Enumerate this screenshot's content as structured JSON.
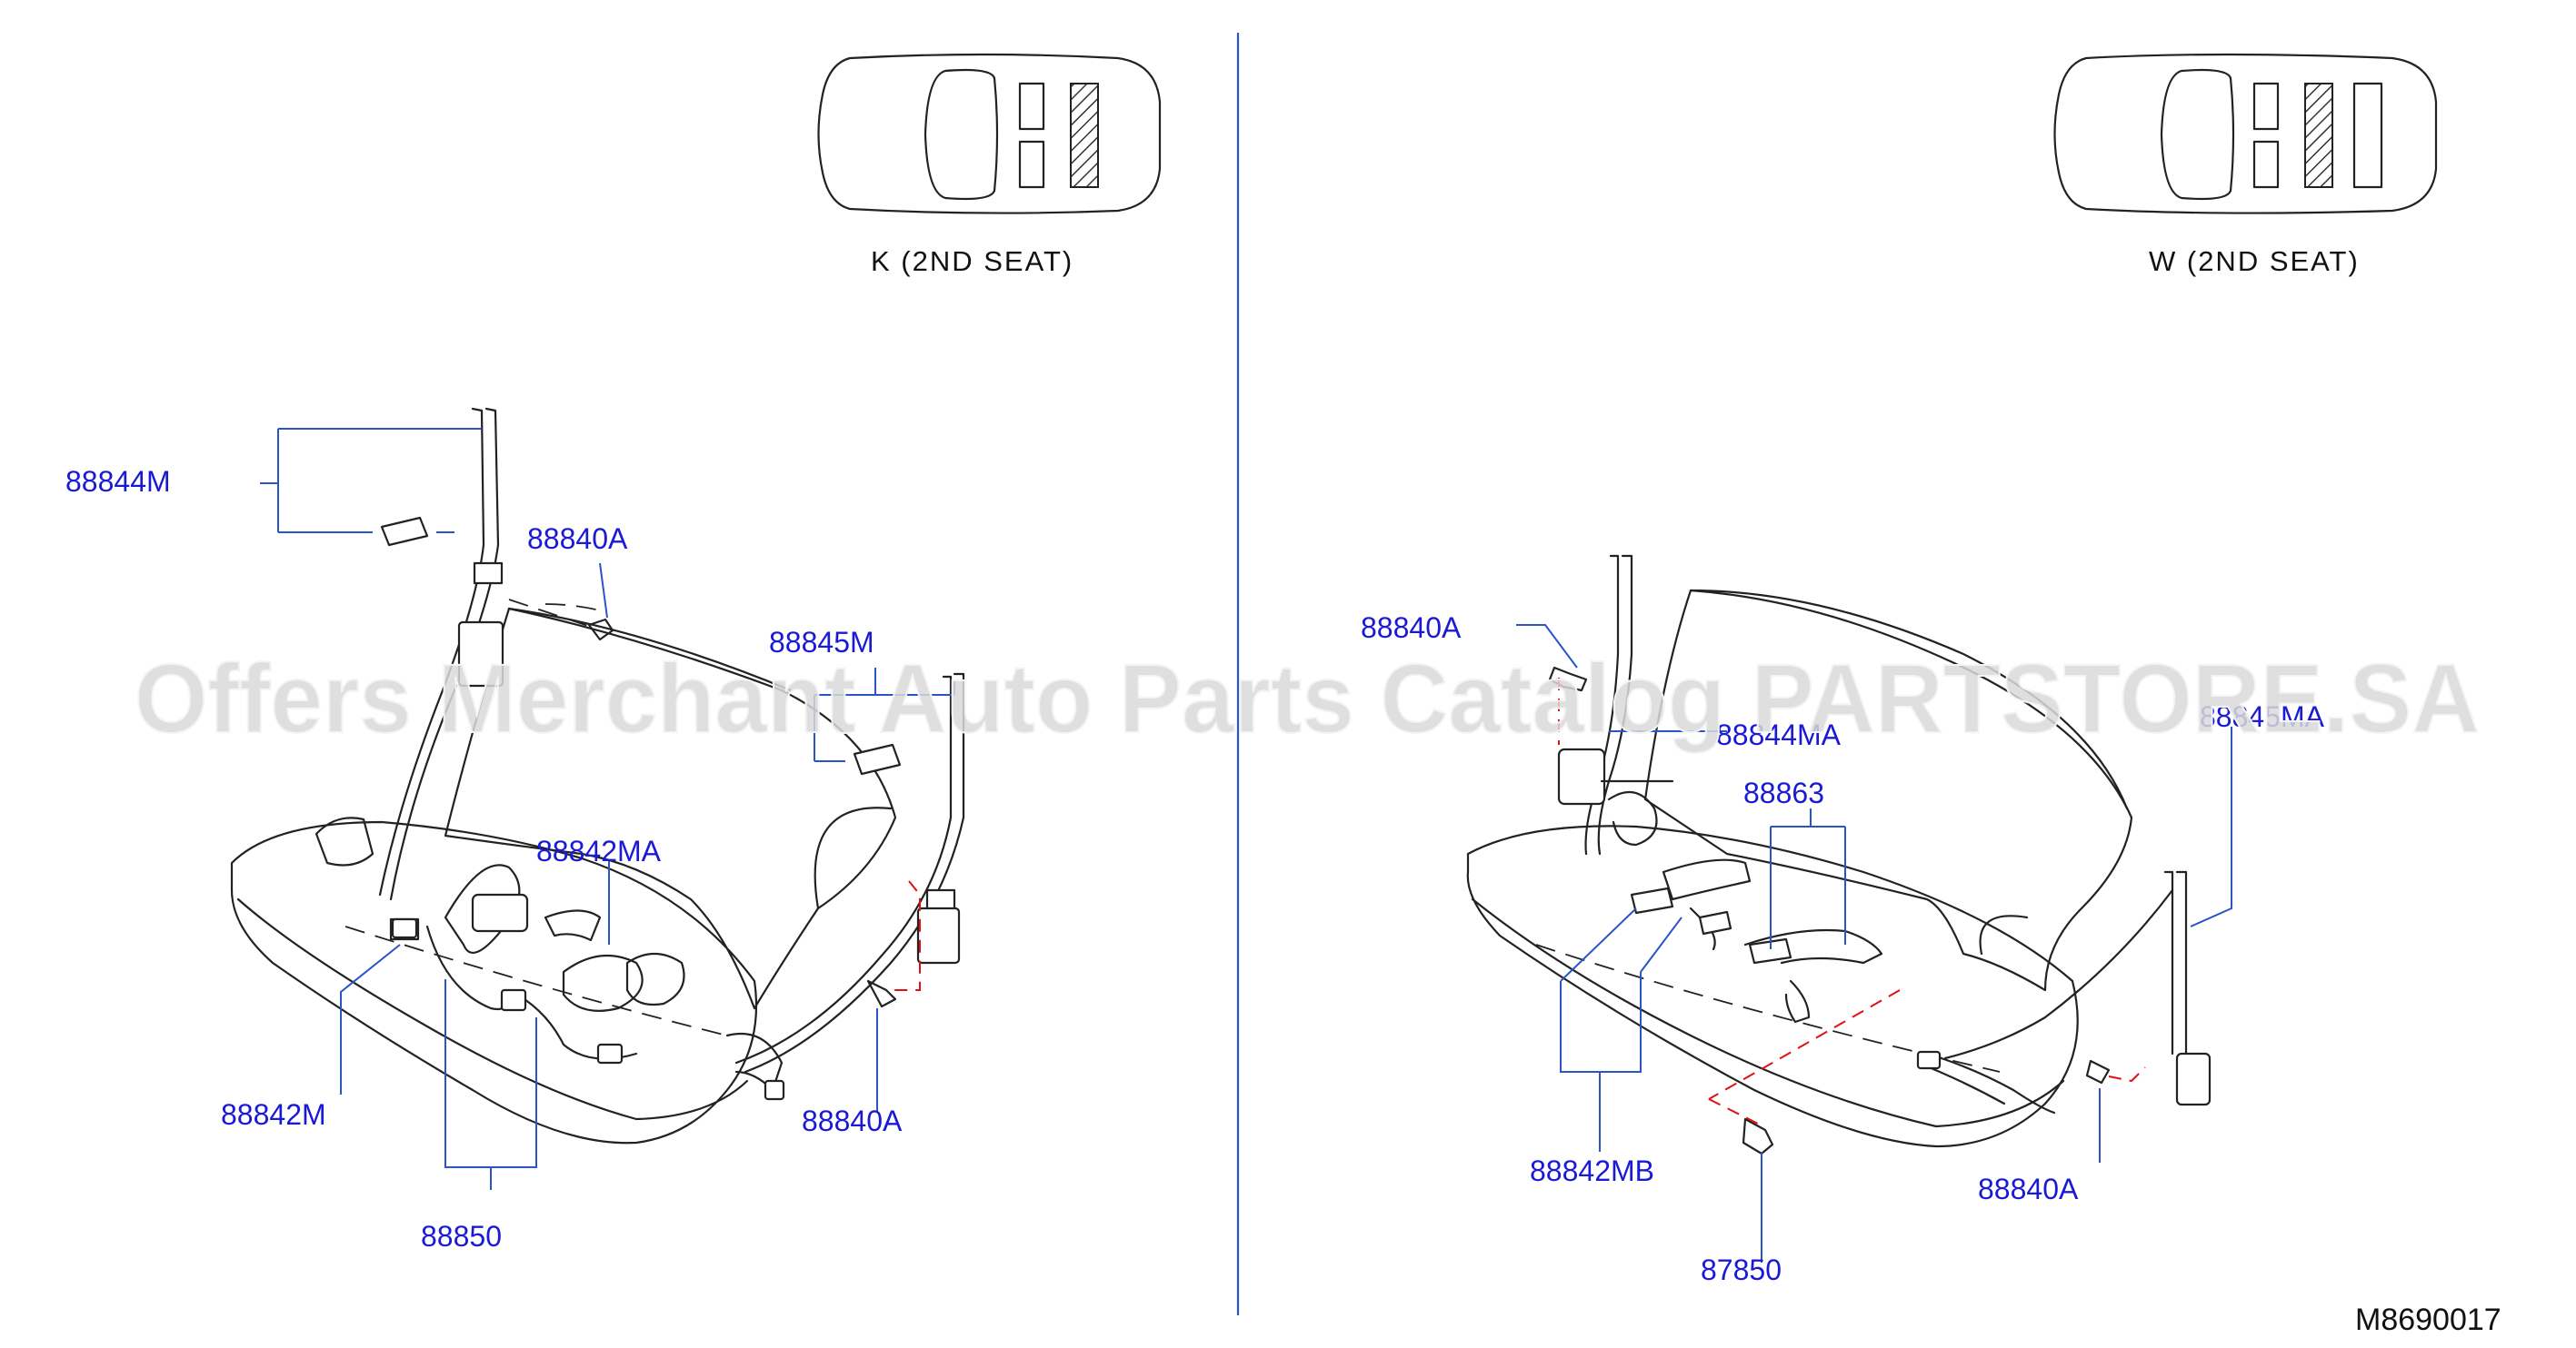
{
  "watermark": "Offers Merchant Auto Parts Catalog PARTSTORE.SA",
  "diagram_code": "M8690017",
  "left_view": {
    "caption": "K (2ND SEAT)",
    "labels": {
      "p88844M": "88844M",
      "p88840A_top": "88840A",
      "p88845M": "88845M",
      "p88842MA": "88842MA",
      "p88842M": "88842M",
      "p88850": "88850",
      "p88840A_bottom": "88840A"
    }
  },
  "right_view": {
    "caption": "W (2ND SEAT)",
    "labels": {
      "p88840A_top": "88840A",
      "p88844MA": "88844MA",
      "p88863": "88863",
      "p88845MA": "88845MA",
      "p88842MB": "88842MB",
      "p87850": "87850",
      "p88840A_bottom": "88840A"
    }
  },
  "colors": {
    "label": "#1a1ad6",
    "leader": "#2a55c8",
    "divider": "#2a55c8",
    "hidden_line": "#e01010"
  }
}
